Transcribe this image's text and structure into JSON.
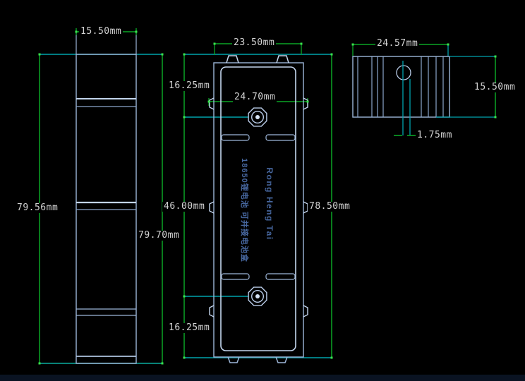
{
  "side_view": {
    "width_dim": "15.50mm",
    "height_dim": "79.56mm"
  },
  "front_view": {
    "width_dim": "23.50mm",
    "hole_center_width_dim": "24.70mm",
    "top_hole_offset_dim": "16.25mm",
    "hole_spacing_dim": "46.00mm",
    "bottom_hole_offset_dim": "16.25mm",
    "height_dim": "78.50mm",
    "overall_height_dim": "79.70mm",
    "brand_text": "Rong Heng Tai",
    "product_text": "18650锂电池 可并接电池盒"
  },
  "top_view": {
    "width_dim": "24.57mm",
    "depth_dim": "15.50mm",
    "hole_offset_dim": "1.75mm"
  },
  "colors": {
    "background": "#000000",
    "dimension_green": "#0aa526",
    "dimension_green_bright": "#3ae24e",
    "extension_teal": "#00a4ae",
    "outline_blue": "#9db6d9",
    "outline_blue_bright": "#c4d6ee",
    "label_text": "#d4d4d4",
    "body_text_blue": "#46669e"
  }
}
